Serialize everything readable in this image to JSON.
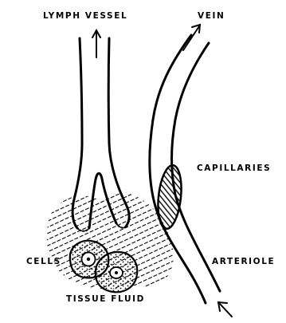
{
  "labels": {
    "lymph_vessel": "LYMPH VESSEL",
    "vein": "VEIN",
    "capillaries": "CAPILLARIES",
    "cells": "CELLS",
    "arteriole": "ARTERIOLE",
    "tissue_fluid": "TISSUE FLUID"
  }
}
